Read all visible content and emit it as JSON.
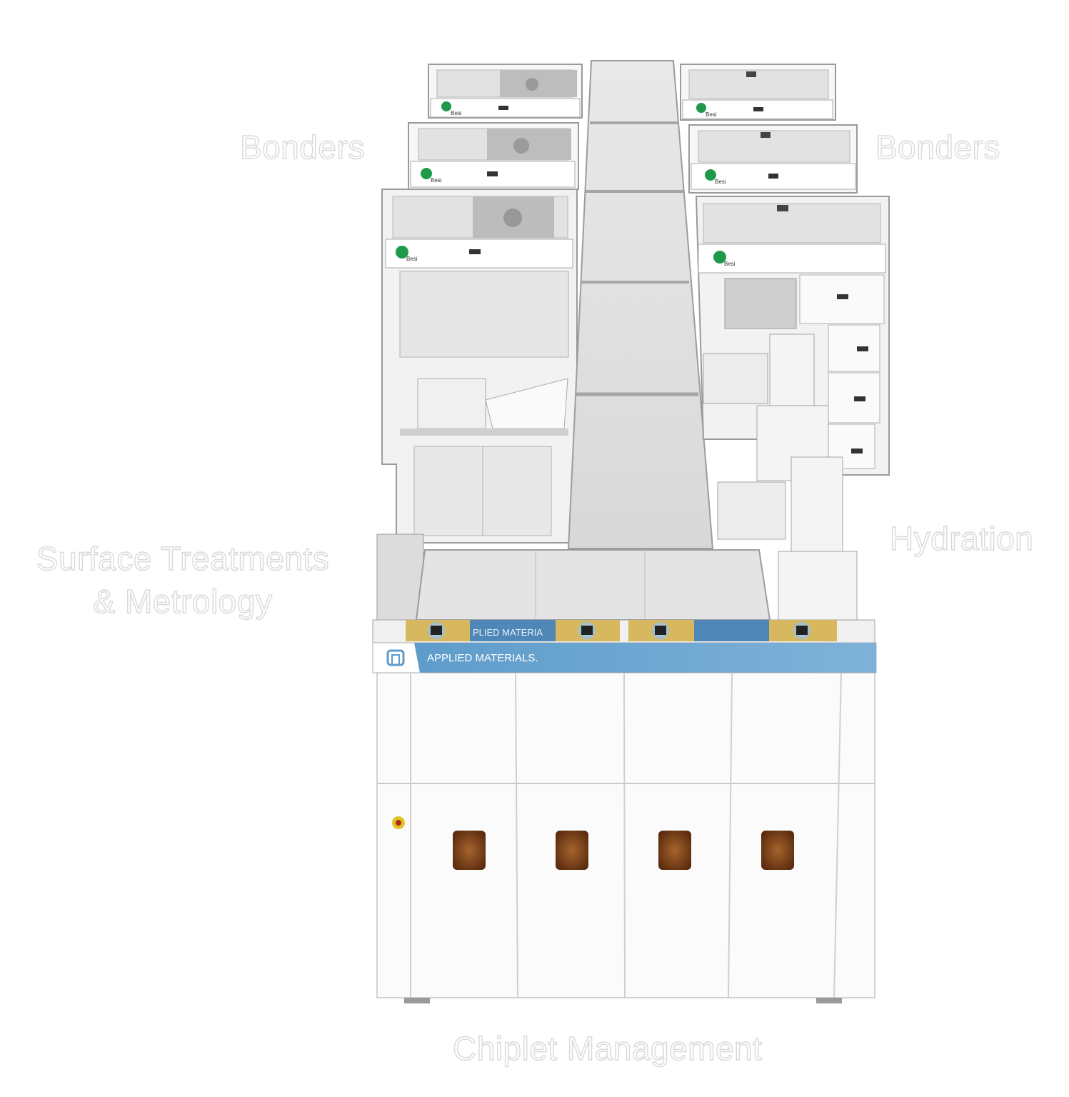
{
  "labels": {
    "bonders_left": "Bonders",
    "bonders_right": "Bonders",
    "surface_line1": "Surface Treatments",
    "surface_line2": "& Metrology",
    "hydration": "Hydration",
    "chiplet": "Chiplet Management"
  },
  "machine": {
    "brand_banner": "APPLIED MATERIALS.",
    "brand_partial": "PLIED MATERIA",
    "module_brand": "Besi"
  },
  "colors": {
    "banner_blue": "#6aa3d0",
    "besi_green": "#1f9a4a",
    "panel_white": "#f4f4f4",
    "window_brown": "#8a4a1c"
  }
}
